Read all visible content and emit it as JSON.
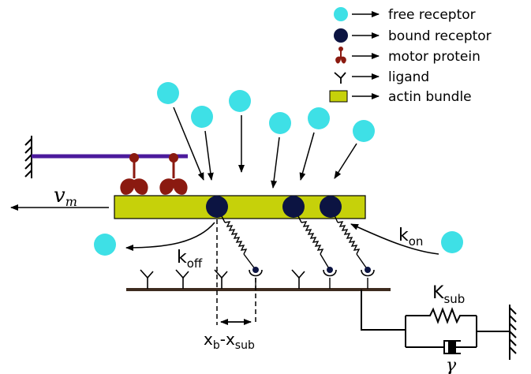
{
  "legend": [
    {
      "id": "free",
      "label": "free receptor",
      "icon": "free-receptor-icon"
    },
    {
      "id": "bound",
      "label": "bound receptor",
      "icon": "bound-receptor-icon"
    },
    {
      "id": "motor",
      "label": "motor protein",
      "icon": "motor-protein-icon"
    },
    {
      "id": "ligand",
      "label": "ligand",
      "icon": "ligand-icon"
    },
    {
      "id": "actin",
      "label": "actin bundle",
      "icon": "actin-bundle-icon"
    }
  ],
  "labels": {
    "vm_base": "v",
    "vm_sub": "m",
    "koff_base": "k",
    "koff_sub": "off",
    "kon_base": "k",
    "kon_sub": "on",
    "ksub_base": "K",
    "ksub_sub": "sub",
    "xb_base": "x",
    "xb_sub": "b",
    "xsub_base": "-x",
    "xsub_sub": "sub",
    "gamma": "γ"
  },
  "colors": {
    "free_receptor": "#3ee0e6",
    "bound_receptor": "#0c1442",
    "motor_protein": "#8b1a10",
    "actin_bundle": "#c6d10a",
    "stress_fiber": "#4b1a9c",
    "substrate": "#3d2b1f"
  }
}
